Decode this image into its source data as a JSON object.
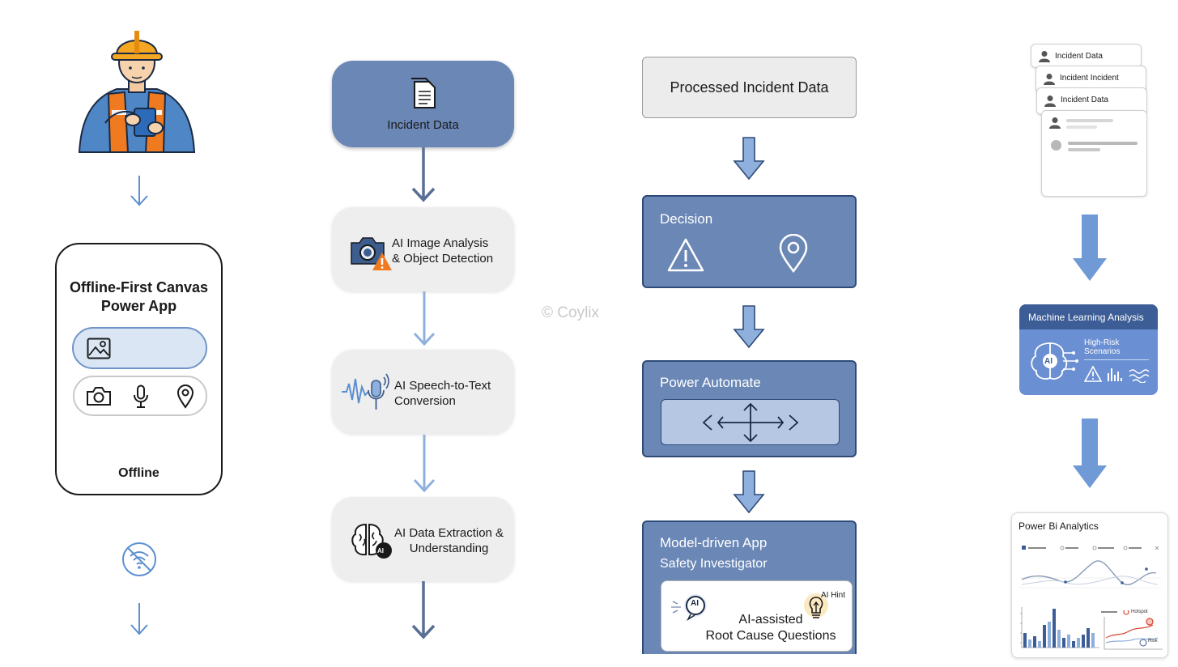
{
  "phone_app": {
    "title": "Offline-First Canvas\nPower App",
    "status": "Offline"
  },
  "pipeline": {
    "incident_data": "Incident Data",
    "image_analysis": "AI Image Analysis\n& Object Detection",
    "speech_to_text": "AI Speech-to-Text\nConversion",
    "data_extraction": "AI Data Extraction &\nUnderstanding",
    "ai_badge": "AI"
  },
  "watermark": "© Coylix",
  "processing": {
    "processed": "Processed Incident Data",
    "decision": "Decision",
    "power_automate": "Power Automate",
    "model_driven_app": "Model-driven App",
    "safety_investigator": "Safety Investigator",
    "ai_hint": "AI Hint",
    "ai_badge": "AI",
    "root_cause": "AI-assisted\nRoot Cause Questions"
  },
  "analytics": {
    "cards": [
      "Incident Data",
      "Incident Incident",
      "Incident Data"
    ],
    "ml_title": "Machine Learning Analysis",
    "ml_scenarios": "High-Risk\nScenarios",
    "ml_badge": "AI",
    "pbi_title": "Power Bi Analytics",
    "pbi_hotspot": "Hotspot",
    "pbi_risk": "Risk"
  },
  "colors": {
    "node_blue": "#6a87b6",
    "border_navy": "#2e4a78",
    "arrow_light": "#8fb0dd",
    "arrow_dark": "#5a6f94",
    "icon_blue": "#5b8fd0",
    "vest_orange": "#f07a1f"
  }
}
